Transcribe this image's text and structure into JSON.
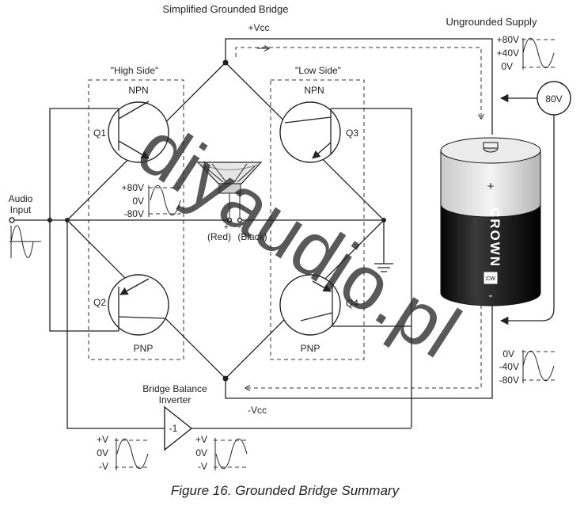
{
  "title": "Simplified Grounded Bridge",
  "supply_title": "Ungrounded Supply",
  "caption": "Figure 16. Grounded Bridge Summary",
  "rails": {
    "positive": "+Vcc",
    "negative": "-Vcc"
  },
  "high_side": {
    "label": "\"High Side\"",
    "top_type": "NPN",
    "bottom_type": "PNP"
  },
  "low_side": {
    "label": "\"Low Side\"",
    "top_type": "NPN",
    "bottom_type": "PNP"
  },
  "transistors": {
    "q1": "Q1",
    "q2": "Q2",
    "q3": "Q3",
    "q4": "Q4"
  },
  "audio_input": {
    "line1": "Audio",
    "line2": "Input"
  },
  "speaker": {
    "plus": "+",
    "minus": "-",
    "red": "(Red)",
    "black": "(Black)"
  },
  "speaker_wave": {
    "top": "+80V",
    "mid": "0V",
    "bot": "-80V"
  },
  "supply_top_wave": {
    "top": "+80V",
    "mid": "+40V",
    "bot": "0V"
  },
  "supply_bottom_wave": {
    "top": "0V",
    "mid": "-40V",
    "bot": "-80V"
  },
  "source_label": "80V",
  "battery": {
    "plus": "+",
    "minus": "-",
    "brand": "CROWN",
    "badge": "CW"
  },
  "inverter": {
    "line1": "Bridge Balance",
    "line2": "Inverter",
    "gain": "-1"
  },
  "inverter_in_wave": {
    "top": "+V",
    "mid": "0V",
    "bot": "-V"
  },
  "inverter_out_wave": {
    "top": "+V",
    "mid": "0V",
    "bot": "-V"
  },
  "watermark": "diyaudio.pl",
  "colors": {
    "line": "#222222",
    "battery_body": "#111111",
    "watermark": "#b9a8f0"
  }
}
